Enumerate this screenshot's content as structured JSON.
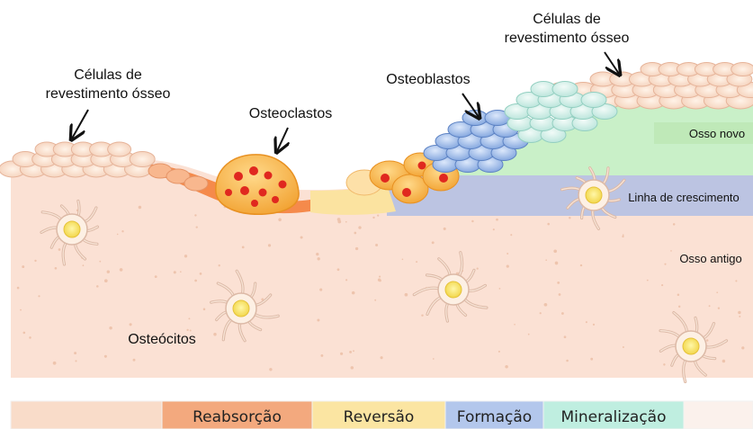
{
  "labels": {
    "lining_left_1": "Células de",
    "lining_left_2": "revestimento ósseo",
    "lining_right_1": "Células de",
    "lining_right_2": "revestimento ósseo",
    "osteoclasts": "Osteoclastos",
    "osteoblasts": "Osteoblastos",
    "new_bone": "Osso novo",
    "growth_line": "Linha de crescimento",
    "old_bone": "Osso antigo",
    "osteocytes": "Osteócitos"
  },
  "phases": [
    {
      "label": "",
      "color": "#f9dcc9"
    },
    {
      "label": "Reabsorção",
      "color": "#f3a97e"
    },
    {
      "label": "Reversão",
      "color": "#fbe5a2"
    },
    {
      "label": "Formação",
      "color": "#b3c7ec"
    },
    {
      "label": "Mineralização",
      "color": "#bfeee0"
    },
    {
      "label": "",
      "color": "#fbf1ec"
    }
  ],
  "colors": {
    "old_bone": "#fbe1d4",
    "new_bone": "#c9f0c8",
    "growth_line": "#bcc4e2",
    "lining_cells": "#f7c9ad",
    "osteoclast": "#f8b440",
    "osteoblast": "#8fb2e6"
  }
}
